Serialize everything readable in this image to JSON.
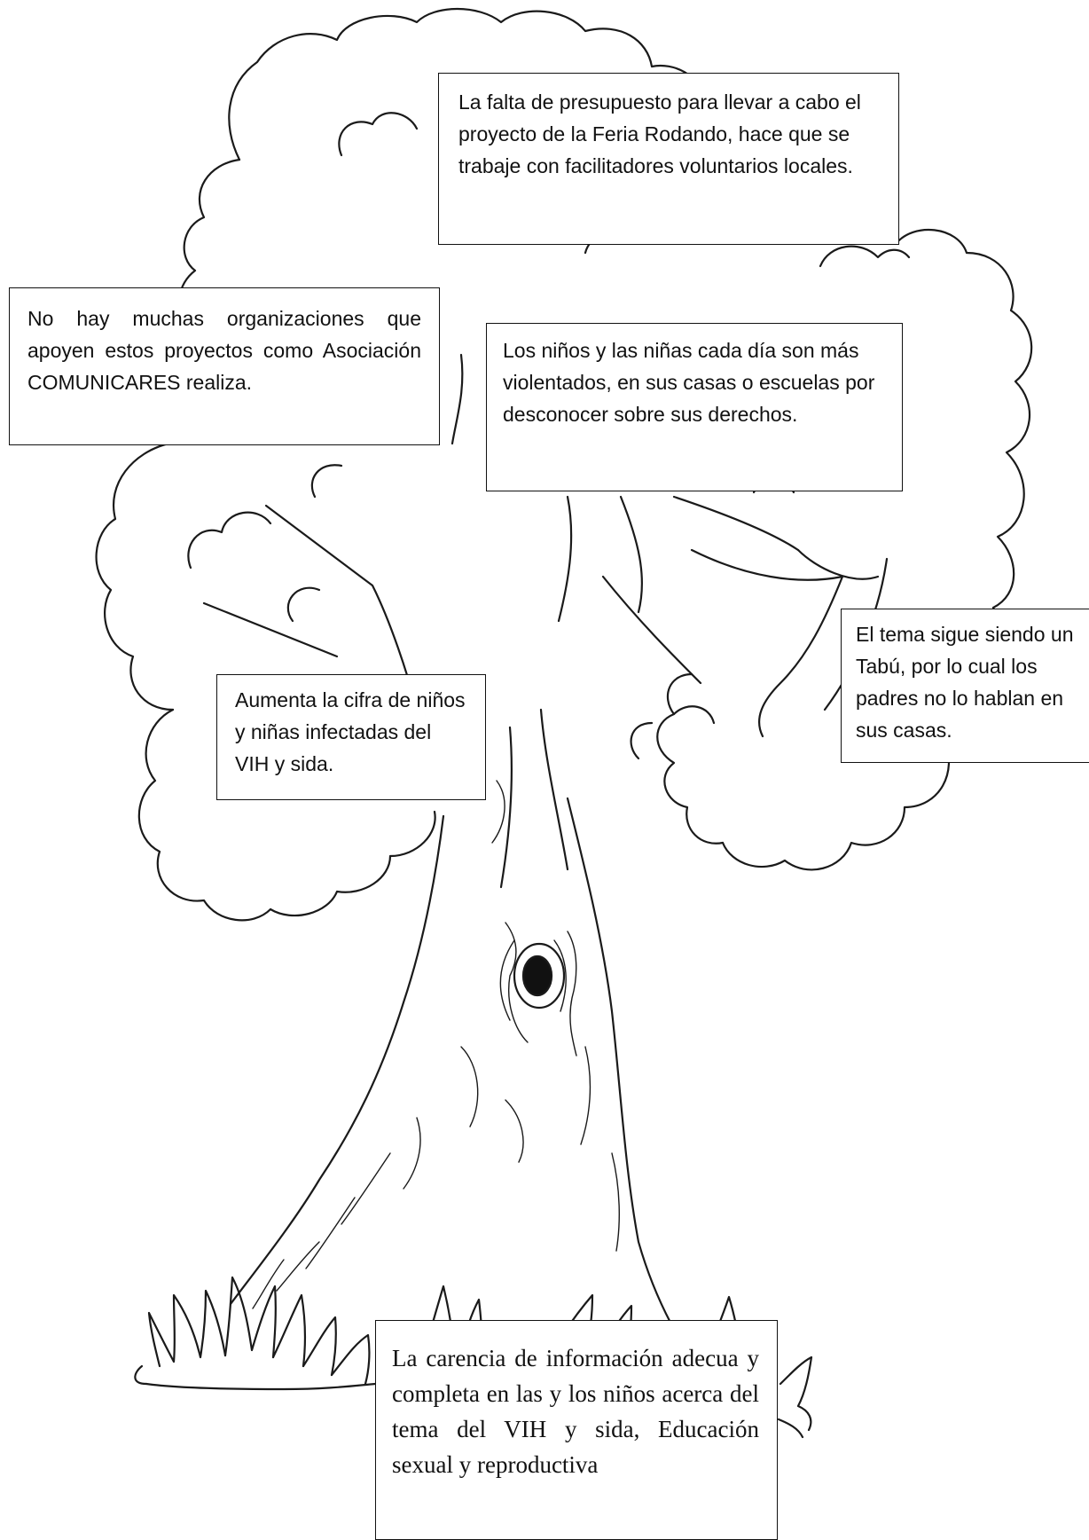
{
  "diagram": {
    "type": "problem-tree",
    "image_description_icon": "tree-icon",
    "notes": {
      "budget": "La falta de presupuesto para llevar a cabo el proyecto de la Feria Rodando, hace que se trabaje con facilitadores voluntarios locales.",
      "orgs": "No hay muchas organizaciones que apoyen estos proyectos como Asociación COMUNICARES realiza.",
      "rights": "Los niños y las niñas cada día son más violentados, en sus casas o escuelas por desconocer sobre sus derechos.",
      "hiv": "Aumenta la cifra de niños y niñas infectadas del VIH y sida.",
      "taboo": "El tema sigue siendo un Tabú, por lo cual los padres no lo hablan en sus casas.",
      "info": "La carencia de información adecua y completa en las y los niños acerca del tema del VIH y sida, Educación sexual y reproductiva"
    }
  }
}
